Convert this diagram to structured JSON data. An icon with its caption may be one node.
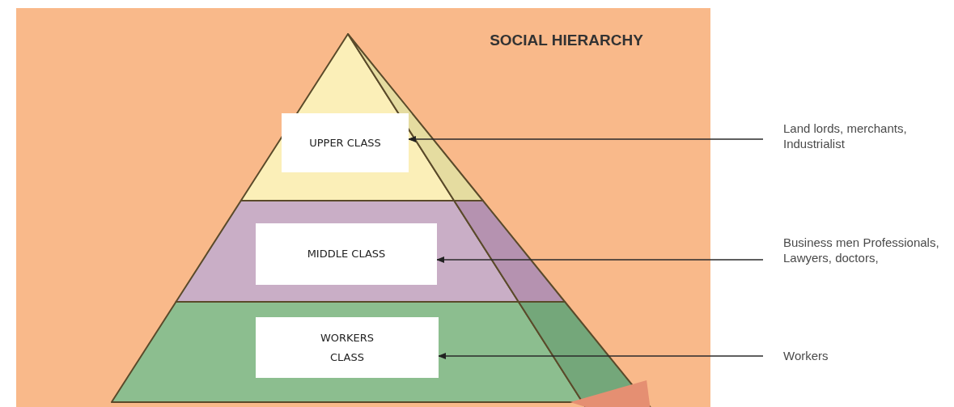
{
  "diagram": {
    "title": "SOCIAL HIERARCHY",
    "nodes": [
      {
        "text": [
          "UPPER CLASS"
        ]
      },
      {
        "text": [
          "MIDDLE CLASS"
        ]
      },
      {
        "text": [
          "WORKERS CLASS"
        ]
      },
      {
        "text": [
          "Land lords, merchants, Industrialist"
        ]
      },
      {
        "text": [
          "Business men Professionals, Lawyers, doctors,"
        ]
      },
      {
        "text": [
          "Workers"
        ]
      }
    ],
    "edges": [
      {
        "from": 3,
        "to": 0,
        "arrow": "to"
      },
      {
        "from": 4,
        "to": 1,
        "arrow": "to"
      },
      {
        "from": 5,
        "to": 2,
        "arrow": "to"
      }
    ]
  }
}
